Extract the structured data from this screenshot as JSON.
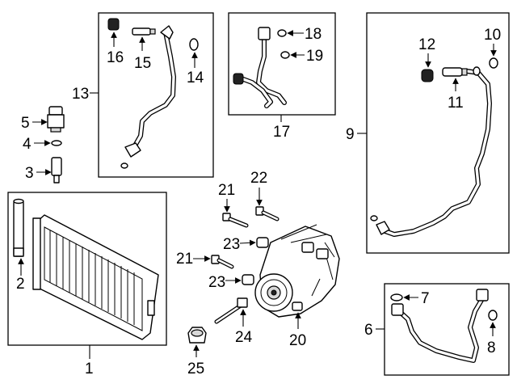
{
  "callouts": {
    "c1": "1",
    "c2": "2",
    "c3": "3",
    "c4": "4",
    "c5": "5",
    "c6": "6",
    "c7": "7",
    "c8": "8",
    "c9": "9",
    "c10": "10",
    "c11": "11",
    "c12": "12",
    "c13": "13",
    "c14": "14",
    "c15": "15",
    "c16": "16",
    "c17": "17",
    "c18": "18",
    "c19": "19",
    "c20": "20",
    "c21a": "21",
    "c21b": "21",
    "c22": "22",
    "c23a": "23",
    "c23b": "23",
    "c24": "24",
    "c25": "25"
  }
}
